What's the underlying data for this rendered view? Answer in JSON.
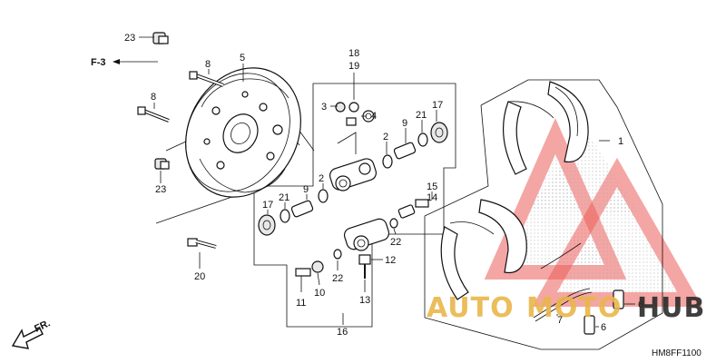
{
  "reference": {
    "direction_label": "F-3",
    "front_label": "FR.",
    "diagram_code": "HM8FF1100"
  },
  "callouts": {
    "c1": "1",
    "c2a": "2",
    "c2b": "2",
    "c3": "3",
    "c4": "4",
    "c5": "5",
    "c6a": "6",
    "c6b": "6",
    "c7": "7",
    "c8a": "8",
    "c8b": "8",
    "c9a": "9",
    "c9b": "9",
    "c10": "10",
    "c11": "11",
    "c12": "12",
    "c13": "13",
    "c14": "14",
    "c15": "15",
    "c16": "16",
    "c17a": "17",
    "c17b": "17",
    "c18": "18",
    "c19": "19",
    "c20": "20",
    "c21a": "21",
    "c21b": "21",
    "c22a": "22",
    "c22b": "22",
    "c23a": "23",
    "c23b": "23"
  },
  "watermark": {
    "text_a": "AUTO",
    "text_b": "MOTO",
    "text_c": "HUB",
    "color_red": "#e8413c",
    "color_gold": "#e9b64a",
    "color_dark": "#2b2b2b"
  }
}
